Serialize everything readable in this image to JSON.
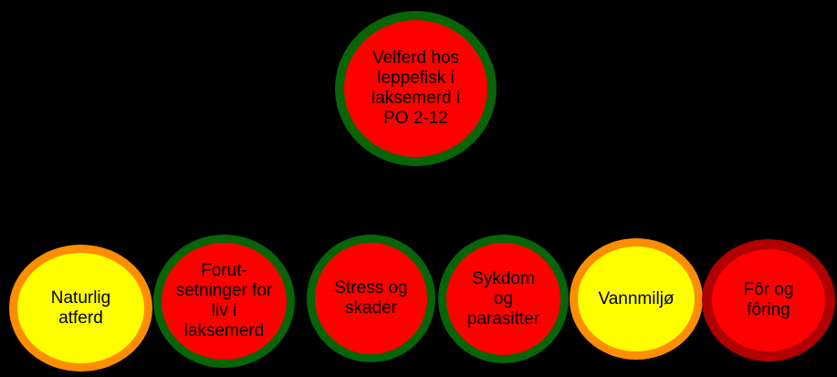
{
  "diagram": {
    "background_color": "#000000",
    "text_color": "#000000",
    "legend_colors": {
      "risk_red_fill": "#ff0000",
      "risk_yellow_fill": "#ffff00",
      "border_dark_green": "#076407",
      "border_orange": "#ff8d00",
      "border_dark_red": "#b00000"
    },
    "root": {
      "id": "velferd-root",
      "label": "Velferd hos\nleppefisk i\nlaksemerd i\nPO 2-12",
      "fill": "#ff0000",
      "border": "#076407"
    },
    "children": [
      {
        "id": "naturlig-atferd",
        "label": "Naturlig\natferd",
        "fill": "#ffff00",
        "border": "#ff8d00"
      },
      {
        "id": "forutsetninger",
        "label": "Forut-\nsetninger for\nliv i\nlaksemerd",
        "fill": "#ff0000",
        "border": "#076407"
      },
      {
        "id": "stress-skader",
        "label": "Stress og\nskader",
        "fill": "#ff0000",
        "border": "#076407"
      },
      {
        "id": "sykdom-parasitter",
        "label": "Sykdom\nog\nparasitter",
        "fill": "#ff0000",
        "border": "#076407"
      },
      {
        "id": "vannmiljo",
        "label": "Vannmiljø",
        "fill": "#ffff00",
        "border": "#ff8d00"
      },
      {
        "id": "for-foring",
        "label": "Fôr og\nfôring",
        "fill": "#ff0000",
        "border": "#b00000"
      }
    ]
  }
}
